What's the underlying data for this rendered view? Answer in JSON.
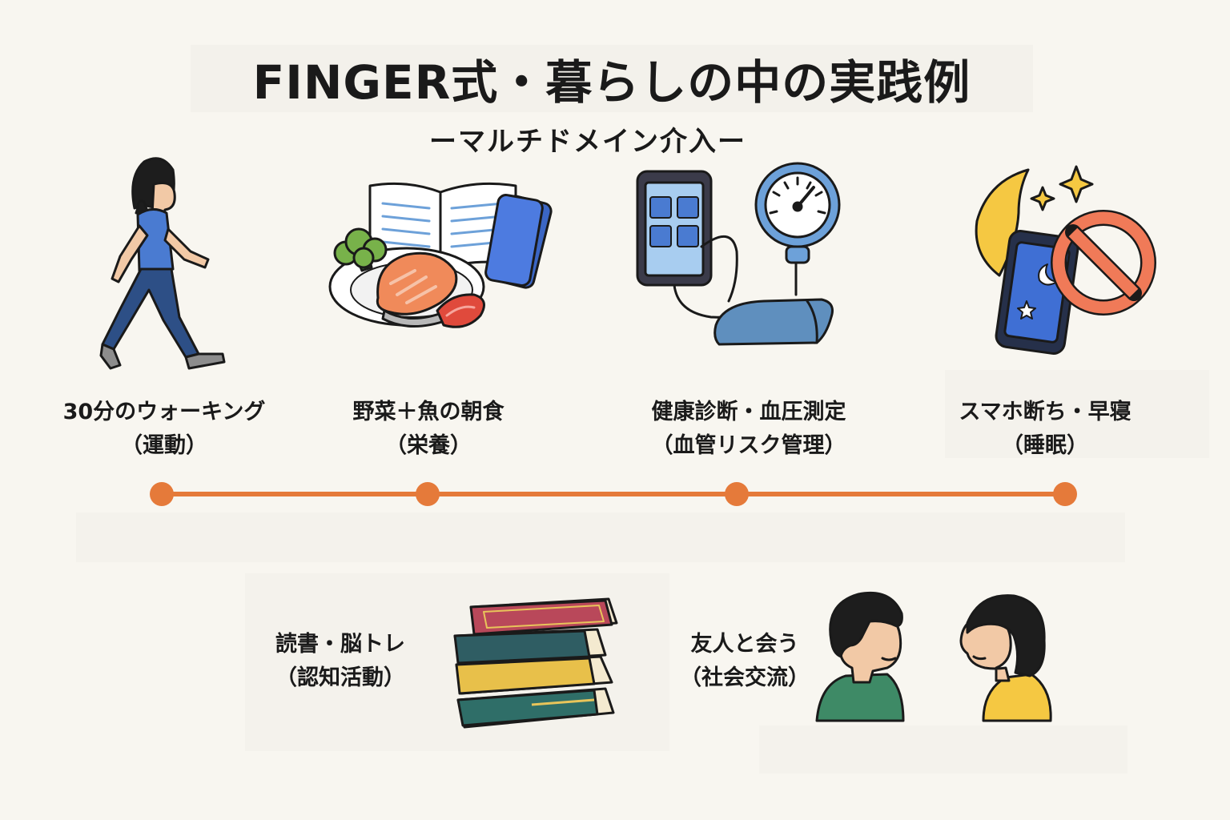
{
  "title": "FINGER式・暮らしの中の実践例",
  "subtitle": "ーマルチドメイン介入ー",
  "colors": {
    "timeline": "#e57a3a",
    "background": "#f8f6f0"
  },
  "items": [
    {
      "line1": "30分のウォーキング",
      "line2": "（運動）",
      "icon": "walking-person-icon"
    },
    {
      "line1": "野菜＋魚の朝食",
      "line2": "（栄養）",
      "icon": "breakfast-plate-icon"
    },
    {
      "line1": "健康診断・血圧測定",
      "line2": "（血管リスク管理）",
      "icon": "blood-pressure-monitor-icon"
    },
    {
      "line1": "スマホ断ち・早寝",
      "line2": "（睡眠）",
      "icon": "no-smartphone-night-icon"
    },
    {
      "line1": "読書・脳トレ",
      "line2": "（認知活動）",
      "icon": "book-stack-icon"
    },
    {
      "line1": "友人と会う",
      "line2": "（社会交流）",
      "icon": "two-people-talking-icon"
    }
  ]
}
